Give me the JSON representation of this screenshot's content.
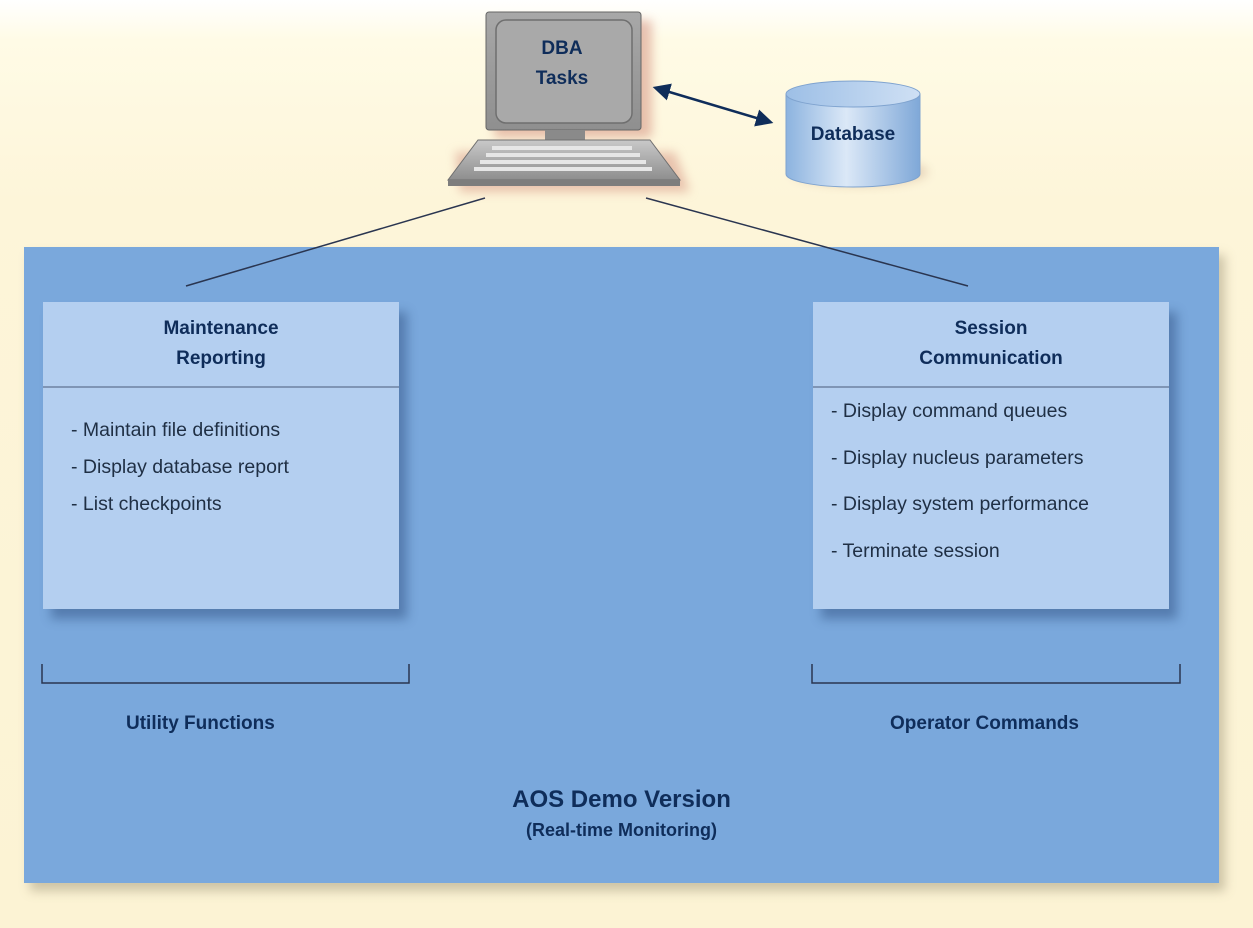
{
  "computer": {
    "line1": "DBA",
    "line2": "Tasks",
    "icon": "computer-terminal-icon"
  },
  "database": {
    "label": "Database",
    "icon": "database-cylinder-icon"
  },
  "panel": {
    "title": "AOS Demo Version",
    "subtitle": "(Real-time Monitoring)",
    "color": "#7aa8dc"
  },
  "cards": {
    "maintenance": {
      "title_line1": "Maintenance",
      "title_line2": "Reporting",
      "items": [
        "- Maintain file definitions",
        "- Display database report",
        "- List checkpoints"
      ]
    },
    "session": {
      "title_line1": "Session",
      "title_line2": "Communication",
      "items": [
        "- Display command queues",
        "- Display nucleus parameters",
        "- Display system performance",
        "- Terminate session"
      ]
    },
    "color": "#b4cff0"
  },
  "groups": {
    "utility": "Utility Functions",
    "operator": "Operator Commands"
  }
}
